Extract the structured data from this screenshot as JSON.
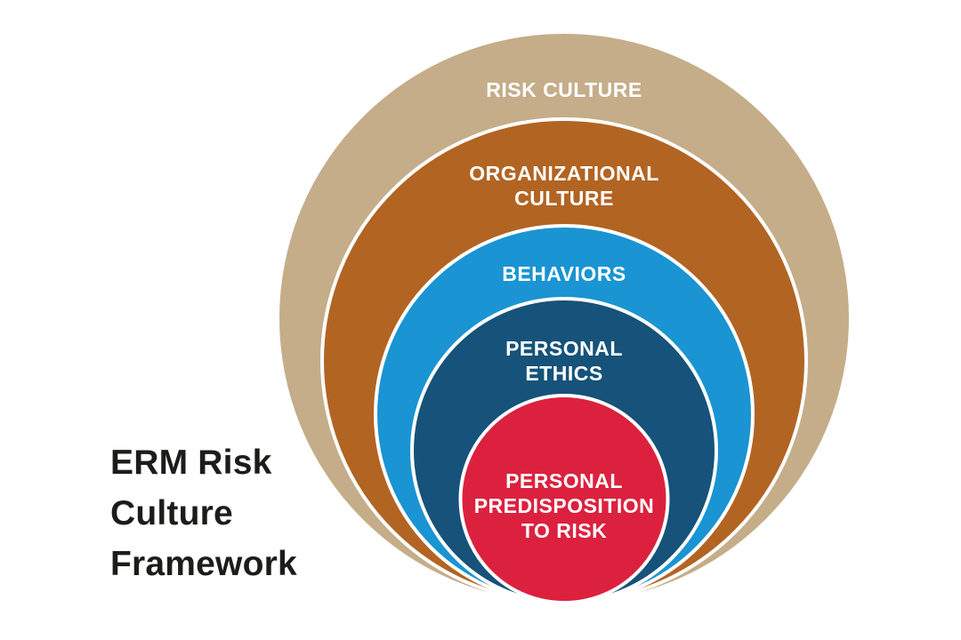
{
  "title": {
    "text": "ERM Risk\nCulture\nFramework",
    "color": "#1c1c1a"
  },
  "diagram": {
    "type": "nested-circles",
    "description_order": "outermost to innermost",
    "label_color": "#ffffff",
    "ring_outline_color": "#ffffff",
    "background_color": "#ffffff",
    "rings": [
      {
        "id": "risk-culture",
        "label": "RISK CULTURE",
        "color": "#c5ad89"
      },
      {
        "id": "organizational-culture",
        "label": "ORGANIZATIONAL\nCULTURE",
        "color": "#b26423"
      },
      {
        "id": "behaviors",
        "label": "BEHAVIORS",
        "color": "#1a94d2"
      },
      {
        "id": "personal-ethics",
        "label": "PERSONAL\nETHICS",
        "color": "#165279"
      },
      {
        "id": "personal-predisposition",
        "label": "PERSONAL\nPREDISPOSITION\nTO RISK",
        "color": "#dc213f"
      }
    ]
  }
}
